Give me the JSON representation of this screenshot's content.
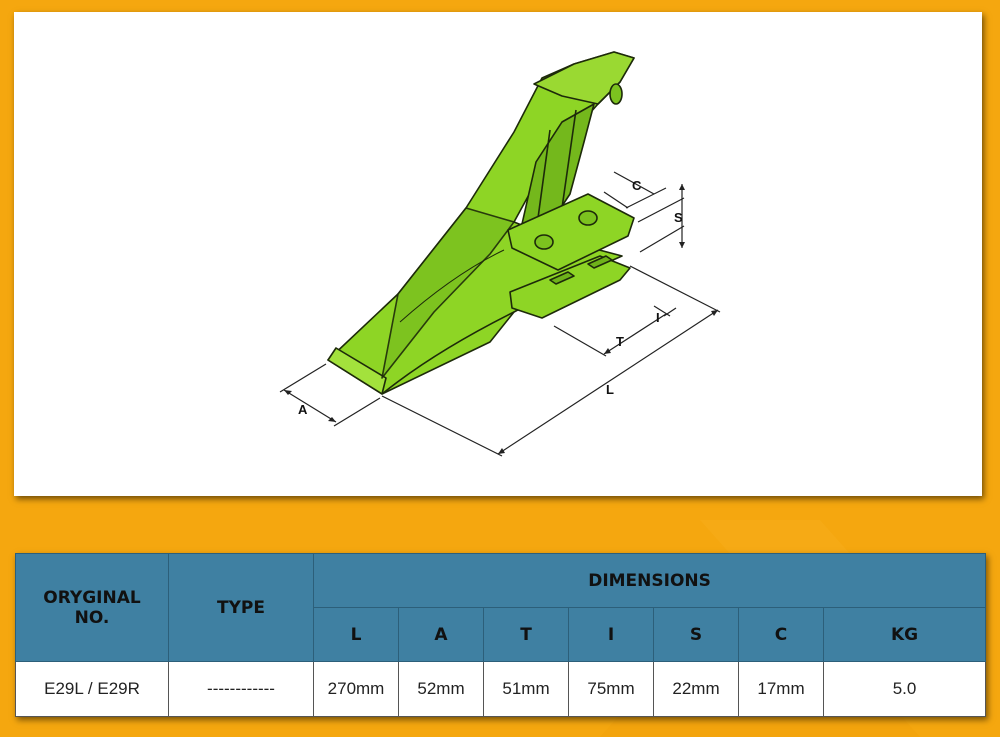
{
  "drawing": {
    "labels": {
      "A": "A",
      "L": "L",
      "T": "T",
      "I": "I",
      "C": "C",
      "S": "S"
    },
    "colors": {
      "part_fill": "#8ED525",
      "part_shade": "#6FB21A",
      "outline": "#1d2a0a",
      "background": "#F5A70F",
      "table_header": "#3F80A2"
    }
  },
  "table": {
    "headers": {
      "original_no": "ORYGINAL NO.",
      "type": "TYPE",
      "dimensions": "DIMENSIONS",
      "columns": [
        "L",
        "A",
        "T",
        "I",
        "S",
        "C",
        "KG"
      ]
    },
    "row": {
      "original_no": "E29L / E29R",
      "type": "------------",
      "values": [
        "270mm",
        "52mm",
        "51mm",
        "75mm",
        "22mm",
        "17mm",
        "5.0"
      ]
    }
  }
}
